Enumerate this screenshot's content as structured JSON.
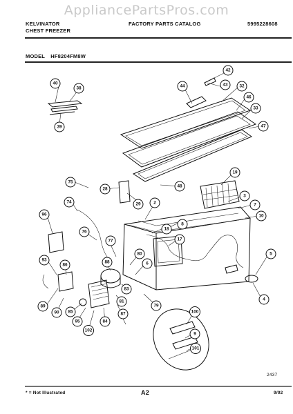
{
  "watermark": "AppliancePartsPros.com",
  "header": {
    "brand": "KELVINATOR",
    "product": "CHEST FREEZER",
    "catalog": "FACTORY PARTS CATALOG",
    "part_number": "5995228608",
    "model_label": "MODEL",
    "model": "HF8204FM8W"
  },
  "footer": {
    "note": "* = Not Illustrated",
    "page": "A2",
    "date": "9/92",
    "drawing_no": "2437"
  },
  "callouts": [
    {
      "id": "c40",
      "label": "40"
    },
    {
      "id": "c38",
      "label": "38"
    },
    {
      "id": "c39",
      "label": "39"
    },
    {
      "id": "c44",
      "label": "44"
    },
    {
      "id": "c42",
      "label": "42"
    },
    {
      "id": "c43",
      "label": "43"
    },
    {
      "id": "c32",
      "label": "32"
    },
    {
      "id": "c46",
      "label": "46"
    },
    {
      "id": "c33",
      "label": "33"
    },
    {
      "id": "c47",
      "label": "47"
    },
    {
      "id": "c19",
      "label": "19"
    },
    {
      "id": "c75",
      "label": "75"
    },
    {
      "id": "c28",
      "label": "28"
    },
    {
      "id": "c48",
      "label": "48"
    },
    {
      "id": "c3",
      "label": "3"
    },
    {
      "id": "c7",
      "label": "7"
    },
    {
      "id": "c10",
      "label": "10"
    },
    {
      "id": "c74",
      "label": "74"
    },
    {
      "id": "c29",
      "label": "29"
    },
    {
      "id": "c2",
      "label": "2"
    },
    {
      "id": "c8",
      "label": "8"
    },
    {
      "id": "c18",
      "label": "18"
    },
    {
      "id": "c96",
      "label": "96"
    },
    {
      "id": "c76",
      "label": "76"
    },
    {
      "id": "c17",
      "label": "17"
    },
    {
      "id": "c77",
      "label": "77"
    },
    {
      "id": "c5",
      "label": "5"
    },
    {
      "id": "c93",
      "label": "93"
    },
    {
      "id": "c88",
      "label": "88"
    },
    {
      "id": "c80",
      "label": "80"
    },
    {
      "id": "c6",
      "label": "6"
    },
    {
      "id": "c86",
      "label": "86"
    },
    {
      "id": "c83",
      "label": "83"
    },
    {
      "id": "c81",
      "label": "81"
    },
    {
      "id": "c79",
      "label": "79"
    },
    {
      "id": "c4",
      "label": "4"
    },
    {
      "id": "c89",
      "label": "89"
    },
    {
      "id": "c90",
      "label": "90"
    },
    {
      "id": "c85",
      "label": "85"
    },
    {
      "id": "c87",
      "label": "87"
    },
    {
      "id": "c95",
      "label": "95"
    },
    {
      "id": "c84",
      "label": "84"
    },
    {
      "id": "c102",
      "label": "102"
    },
    {
      "id": "c100",
      "label": "100"
    },
    {
      "id": "c9",
      "label": "9"
    },
    {
      "id": "c101",
      "label": "101"
    }
  ]
}
